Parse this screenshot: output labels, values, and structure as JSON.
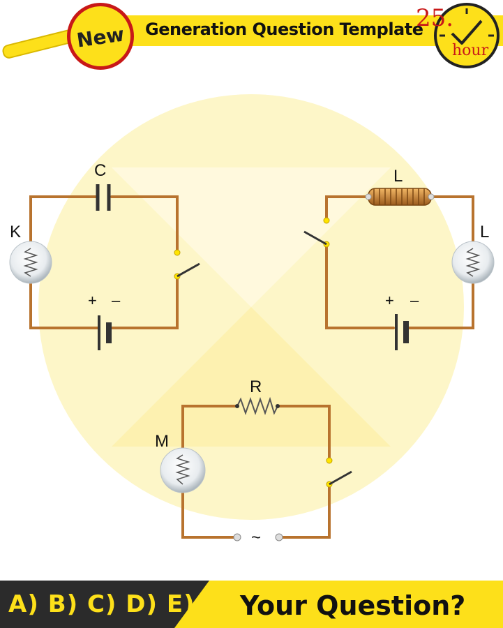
{
  "header": {
    "badge": "New",
    "title": "Generation Question Template",
    "clock_number": "25.",
    "clock_unit": "hour"
  },
  "circuit_left": {
    "capacitor_label": "C",
    "lamp_label": "K",
    "battery_plus": "+",
    "battery_minus": "–"
  },
  "circuit_right": {
    "inductor_label": "L",
    "lamp_label": "L",
    "battery_plus": "+",
    "battery_minus": "–"
  },
  "circuit_bottom": {
    "resistor_label": "R",
    "lamp_label": "M",
    "ac_symbol": "~"
  },
  "footer": {
    "answers": "A) B) C) D) E)",
    "question": "Your Question?"
  },
  "colors": {
    "brand_yellow": "#fde01a",
    "wire": "#b8732e",
    "accent_red": "#c81818",
    "dark": "#2b2b2b"
  }
}
